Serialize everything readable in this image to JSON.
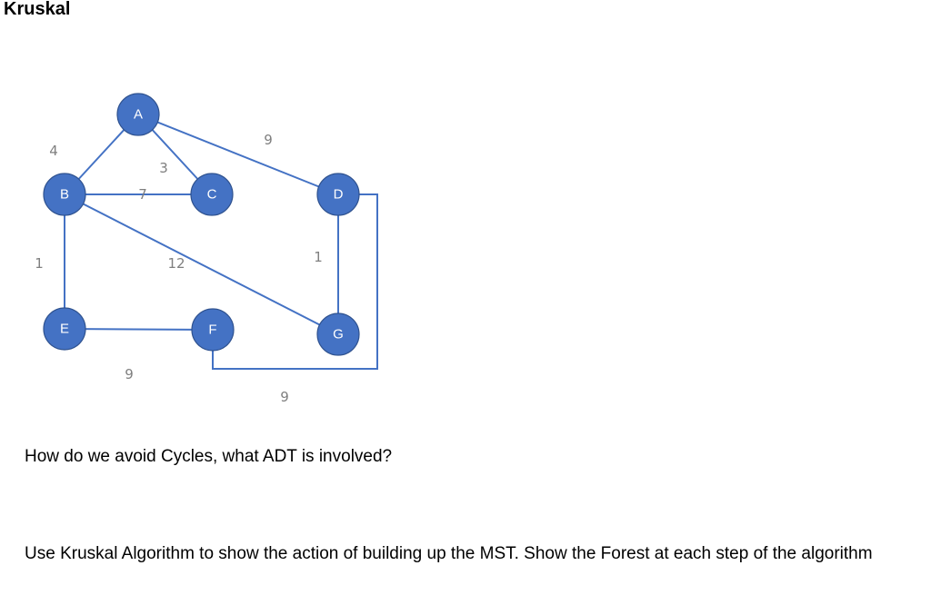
{
  "title": "Kruskal",
  "graph": {
    "nodes": [
      {
        "id": "A",
        "label": "A"
      },
      {
        "id": "B",
        "label": "B"
      },
      {
        "id": "C",
        "label": "C"
      },
      {
        "id": "D",
        "label": "D"
      },
      {
        "id": "E",
        "label": "E"
      },
      {
        "id": "F",
        "label": "F"
      },
      {
        "id": "G",
        "label": "G"
      }
    ],
    "edges": [
      {
        "from": "A",
        "to": "B",
        "weight": "4"
      },
      {
        "from": "A",
        "to": "C",
        "weight": "3"
      },
      {
        "from": "A",
        "to": "D",
        "weight": "9"
      },
      {
        "from": "B",
        "to": "C",
        "weight": "7"
      },
      {
        "from": "B",
        "to": "E",
        "weight": "1"
      },
      {
        "from": "B",
        "to": "G",
        "weight": "12"
      },
      {
        "from": "D",
        "to": "G",
        "weight": "1"
      },
      {
        "from": "E",
        "to": "F",
        "weight": "9"
      },
      {
        "from": "D",
        "to": "F",
        "weight": "9"
      }
    ],
    "colors": {
      "node_fill": "#4472c4",
      "edge": "#4472c4",
      "weight_text": "#7f7f7f"
    }
  },
  "question": "How do we avoid Cycles, what ADT is involved?",
  "instruction": "Use Kruskal Algorithm to show the action of building up the MST.  Show the Forest at each step of the algorithm"
}
